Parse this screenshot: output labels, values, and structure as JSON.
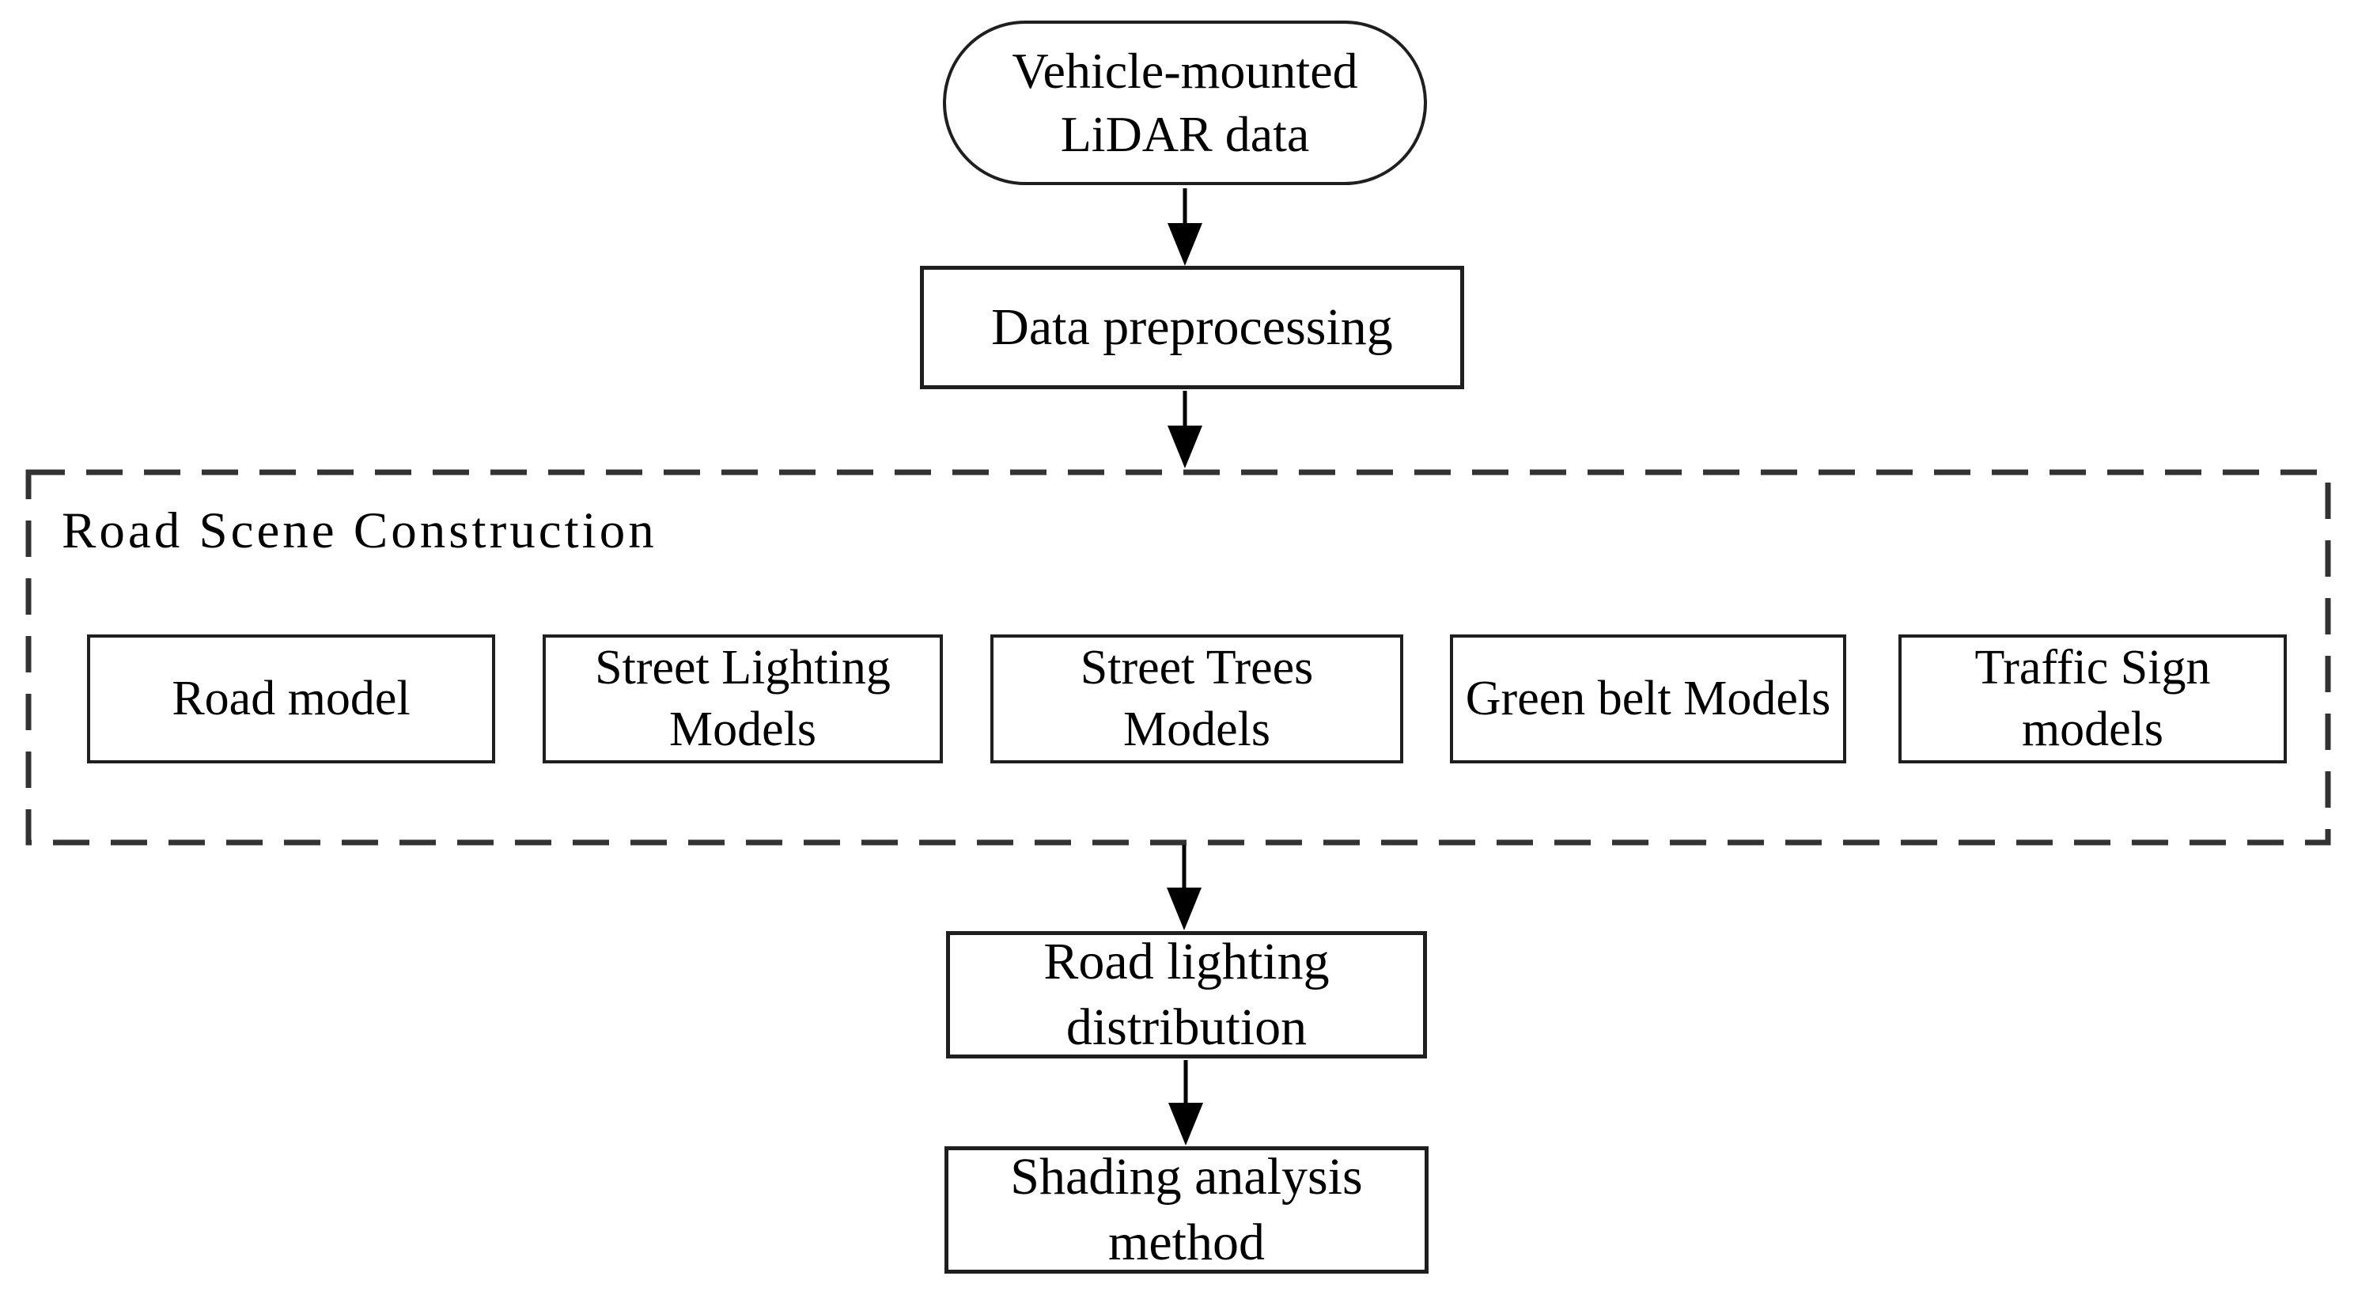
{
  "figure": {
    "type": "flowchart",
    "colors": {
      "background": "#ffffff",
      "ink": "#000000",
      "node_border": "#1f1f1f",
      "dashed_border": "#333333"
    }
  },
  "nodes": {
    "lidar": {
      "label": "Vehicle-mounted LiDAR data",
      "shape": "stadium"
    },
    "preprocessing": {
      "label": "Data preprocessing",
      "shape": "rect"
    },
    "group": {
      "label": "Road Scene Construction",
      "shape": "dashed-container"
    },
    "road_model": {
      "label": "Road model",
      "shape": "rect"
    },
    "street_lighting": {
      "label": "Street Lighting Models",
      "shape": "rect"
    },
    "street_trees": {
      "label": "Street Trees Models",
      "shape": "rect"
    },
    "green_belt": {
      "label": "Green belt Models",
      "shape": "rect"
    },
    "traffic_sign": {
      "label": "Traffic Sign models",
      "shape": "rect"
    },
    "road_lighting": {
      "label": "Road lighting distribution",
      "shape": "rect"
    },
    "shading": {
      "label": "Shading analysis method",
      "shape": "rect"
    }
  },
  "edges": [
    {
      "from": "Vehicle-mounted LiDAR data",
      "to": "Data preprocessing"
    },
    {
      "from": "Data preprocessing",
      "to": "Road Scene Construction"
    },
    {
      "from": "Road Scene Construction",
      "to": "Road lighting distribution"
    },
    {
      "from": "Road lighting distribution",
      "to": "Shading analysis method"
    }
  ]
}
